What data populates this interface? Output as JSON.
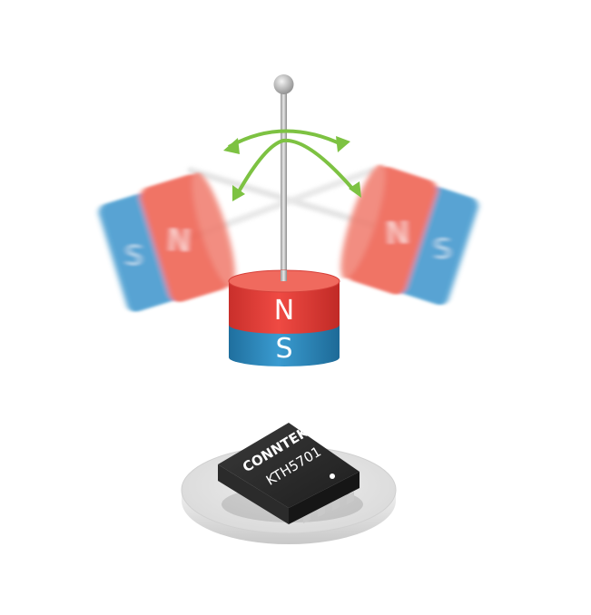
{
  "magnet": {
    "north_label": "N",
    "south_label": "S",
    "north_color": "#e8413c",
    "south_color": "#2e8fc4"
  },
  "tilted_magnets": {
    "left_labels": [
      "N",
      "S"
    ],
    "right_labels": [
      "N",
      "S"
    ]
  },
  "rotation_arrow": {
    "icon": "double-headed-arc-arrow-icon",
    "color": "#7dc242"
  },
  "chip": {
    "brand": "CONNTEK",
    "part_number": "KTH5701",
    "body_color": "#2a2a2a"
  },
  "pedestal": {
    "color": "#e6e6e6"
  }
}
